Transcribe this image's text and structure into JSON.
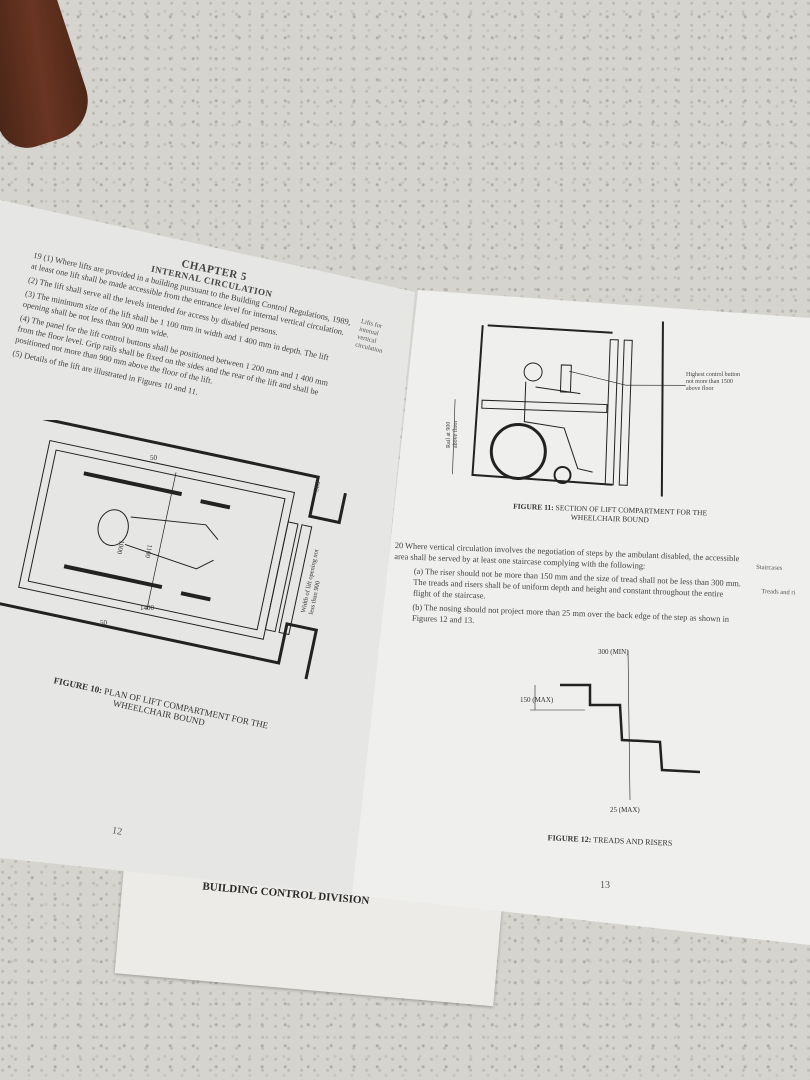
{
  "left_page": {
    "chapter": "CHAPTER 5",
    "chapter_title": "INTERNAL CIRCULATION",
    "paragraphs": [
      "19 (1) Where lifts are provided in a building pursuant to the Building Control Regulations, 1989, at least one lift shall be made accessible from the entrance level for internal vertical circulation.",
      "(2) The lift shall serve all the levels intended for access by disabled persons.",
      "(3) The minimum size of the lift shall be 1 100 mm in width and 1 400 mm in depth. The lift opening shall be not less than 900 mm wide.",
      "(4) The panel for the lift control buttons shall be positioned between 1 200 mm and 1 400 mm from the floor level. Grip rails shall be fixed on the sides and the rear of the lift and shall be positioned not more than 900 mm above the floor of the lift.",
      "(5) Details of the lift are illustrated in Figures 10 and 11."
    ],
    "margin_note": "Lifts for internal vertical circulation",
    "figure": {
      "dims": [
        "50",
        "1000",
        "1100",
        "1400",
        "50",
        "500"
      ],
      "opening_label": "Width of lift opening not less than 900",
      "caption_label": "FIGURE 10:",
      "caption_text": "PLAN OF LIFT COMPARTMENT FOR THE WHEELCHAIR BOUND"
    },
    "page_number": "12"
  },
  "right_page": {
    "figure11": {
      "note": "Highest control button not more than 1500 above floor",
      "rail_label": "Rail at 900 above floor",
      "caption_label": "FIGURE 11:",
      "caption_text": "SECTION OF LIFT COMPARTMENT FOR THE WHEELCHAIR BOUND"
    },
    "para20": "20 Where vertical circulation involves the negotiation of steps by the ambulant disabled, the accessible area shall be served by at least one staircase complying with the following:",
    "margin_staircases": "Staircases",
    "item_a": "(a) The riser should not be more than 150 mm and the size of tread shall not be less than 300 mm. The treads and risers shall be of uniform depth and height and constant throughout the entire flight of the staircase.",
    "margin_treads": "Treads and ri",
    "item_b": "(b) The nosing should not project more than 25 mm over the back edge of the step as shown in Figures 12 and 13.",
    "figure12": {
      "dim_tread": "300 (MIN)",
      "dim_riser": "150 (MAX)",
      "dim_nosing": "25 (MAX)",
      "caption_label": "FIGURE 12:",
      "caption_text": "TREADS AND RISERS"
    },
    "page_number": "13"
  },
  "under_sheet": {
    "text": "BUILDING CONTROL DIVISION"
  }
}
